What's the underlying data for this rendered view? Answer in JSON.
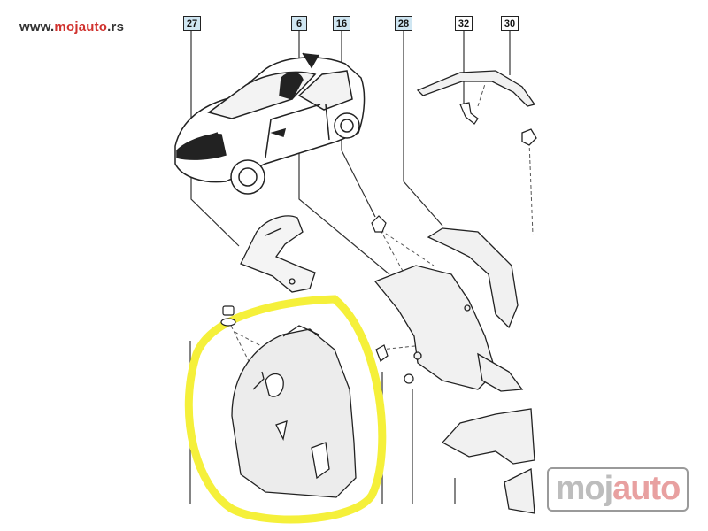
{
  "header": {
    "site_prefix": "www.",
    "site_brand_a": "moj",
    "site_brand_b": "auto",
    "site_suffix": ".rs"
  },
  "callouts": [
    {
      "id": "27",
      "style": "blue"
    },
    {
      "id": "6",
      "style": "blue"
    },
    {
      "id": "16",
      "style": "blue"
    },
    {
      "id": "28",
      "style": "blue"
    },
    {
      "id": "32",
      "style": "white"
    },
    {
      "id": "30",
      "style": "white"
    }
  ],
  "watermark": {
    "brand_a": "moj",
    "brand_b": "auto"
  },
  "colors": {
    "highlight": "#f5f03a",
    "line": "#333333",
    "accent": "#d0312d"
  }
}
